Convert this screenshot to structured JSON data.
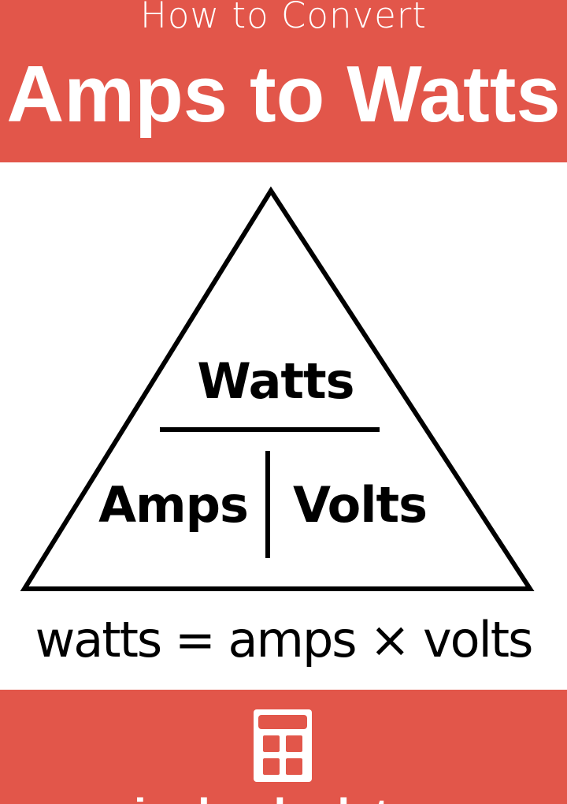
{
  "header": {
    "subtitle": "How to Convert",
    "title": "Amps to Watts"
  },
  "diagram": {
    "top_label": "Watts",
    "bottom_left_label": "Amps",
    "bottom_right_label": "Volts",
    "icon": "formula-triangle"
  },
  "formula": {
    "text": "watts = amps × volts"
  },
  "footer": {
    "icon": "calculator-icon",
    "site_name": "inchcalculator"
  },
  "colors": {
    "brand_red": "#E2564A",
    "text_dark": "#000000",
    "text_light": "#FFFFFF",
    "background": "#FFFFFF"
  }
}
